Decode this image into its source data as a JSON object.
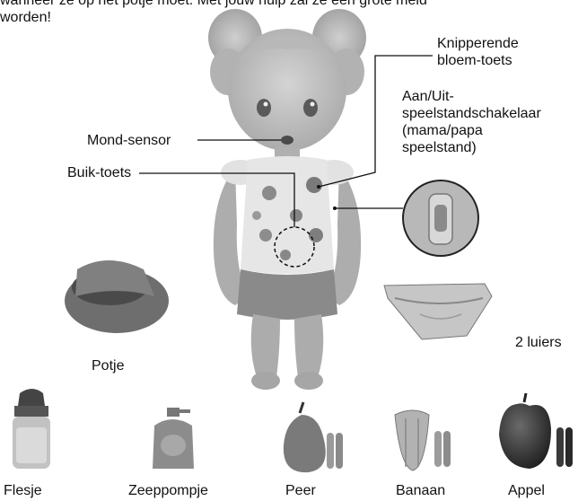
{
  "intro": {
    "line1": "wanneer ze op het potje moet. Met jouw hulp zal ze een grote meid",
    "line2": "worden!"
  },
  "labels": {
    "knipperende_line1": "Knipperende",
    "knipperende_line2": "bloem-toets",
    "switch_line1": "Aan/Uit-",
    "switch_line2": "speelstandschakelaar",
    "switch_line3": "(mama/papa",
    "switch_line4": "speelstand)",
    "mond": "Mond-sensor",
    "buik": "Buik-toets",
    "potje": "Potje",
    "luiers": "2 luiers"
  },
  "accessories": [
    "Flesje",
    "Zeeppompje",
    "Peer",
    "Banaan",
    "Appel"
  ]
}
